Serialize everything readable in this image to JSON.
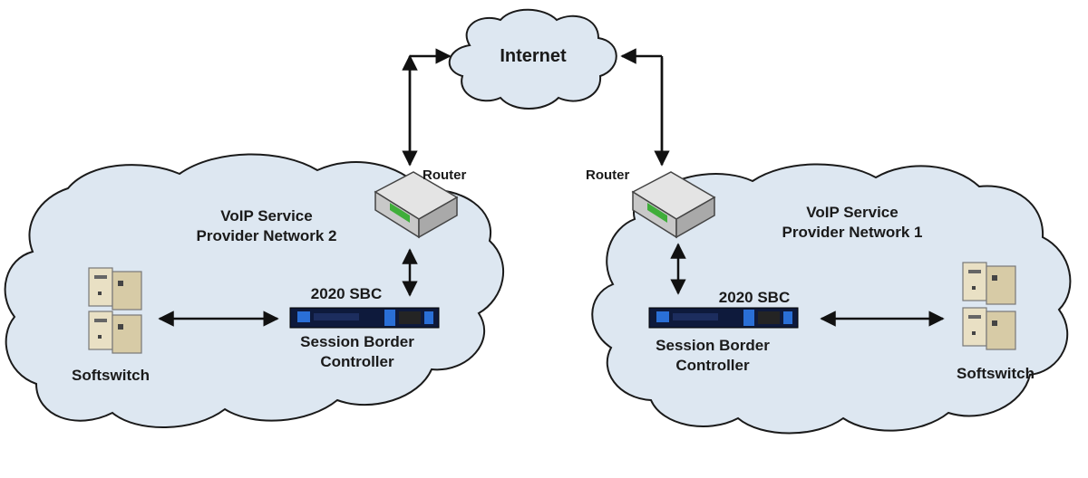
{
  "internet": {
    "label": "Internet"
  },
  "left_network": {
    "name_line1": "VoIP Service",
    "name_line2": "Provider Network 2",
    "router_label": "Router",
    "sbc_label": "2020 SBC",
    "sbc_desc_line1": "Session Border",
    "sbc_desc_line2": "Controller",
    "softswitch_label": "Softswitch"
  },
  "right_network": {
    "name_line1": "VoIP Service",
    "name_line2": "Provider Network 1",
    "router_label": "Router",
    "sbc_label": "2020 SBC",
    "sbc_desc_line1": "Session Border",
    "sbc_desc_line2": "Controller",
    "softswitch_label": "Softswitch"
  },
  "colors": {
    "cloud_fill": "#dde7f1",
    "cloud_stroke": "#1a1a1a",
    "sbc_body": "#0e1a3c",
    "sbc_accent": "#2a6fd6",
    "arrow": "#111111"
  }
}
